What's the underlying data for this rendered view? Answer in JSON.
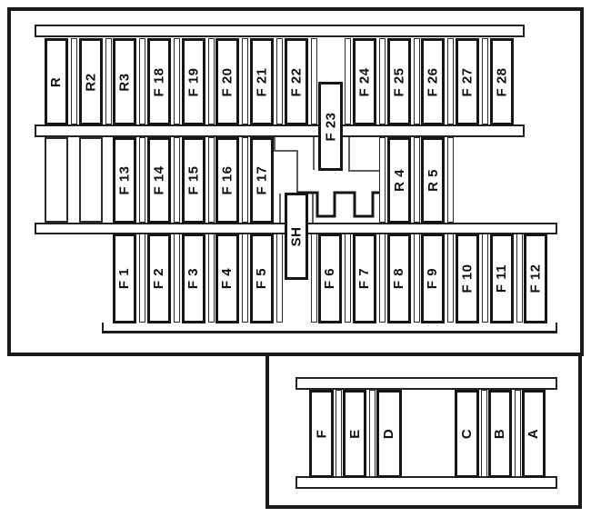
{
  "diagram_title": "fuse-box-diagram",
  "colors": {
    "line": "#1b1b1b",
    "background": "#ffffff"
  },
  "main_box": {
    "row1": [
      "R",
      "R2",
      "R3",
      "F 18",
      "F 19",
      "F 20",
      "F 21",
      "F 22",
      "F 24",
      "F 25",
      "F 26",
      "F 27",
      "F 28"
    ],
    "f23": "F 23",
    "row2": [
      "F 13",
      "F 14",
      "F 15",
      "F 16",
      "F 17",
      "R 4",
      "R 5"
    ],
    "sh": "SH",
    "row3": [
      "F 1",
      "F 2",
      "F 3",
      "F 4",
      "F 5",
      "F 6",
      "F 7",
      "F 8",
      "F 9",
      "F 10",
      "F 11",
      "F 12"
    ]
  },
  "bottom_box": {
    "fuses": [
      "F",
      "E",
      "D",
      "C",
      "B",
      "A"
    ]
  }
}
